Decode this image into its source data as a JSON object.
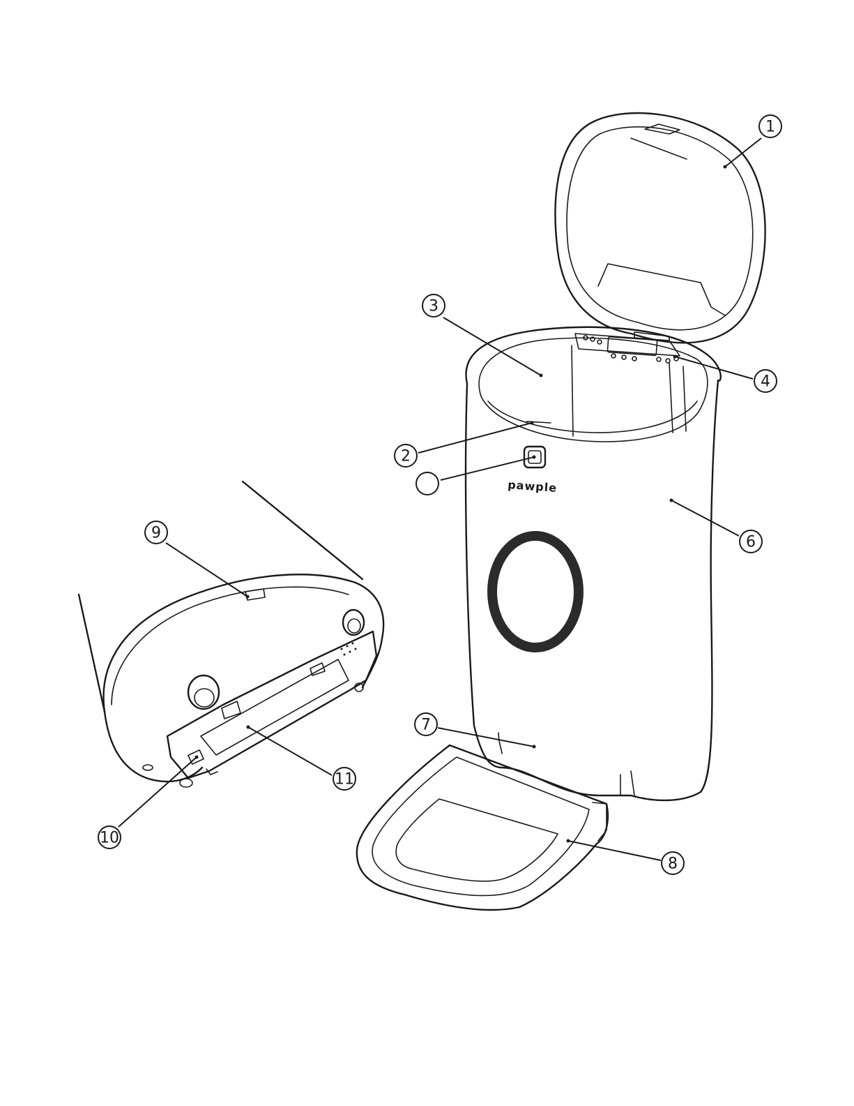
{
  "brand_label": "pawple",
  "colors": {
    "line": "#1a1a1a",
    "ring": "#2b2b2b",
    "background": "#ffffff"
  },
  "callouts": [
    {
      "label": "1"
    },
    {
      "label": "2"
    },
    {
      "label": "3"
    },
    {
      "label": "4"
    },
    {
      "label": ""
    },
    {
      "label": "6"
    },
    {
      "label": "7"
    },
    {
      "label": "8"
    },
    {
      "label": "9"
    },
    {
      "label": "10"
    },
    {
      "label": "11"
    }
  ]
}
